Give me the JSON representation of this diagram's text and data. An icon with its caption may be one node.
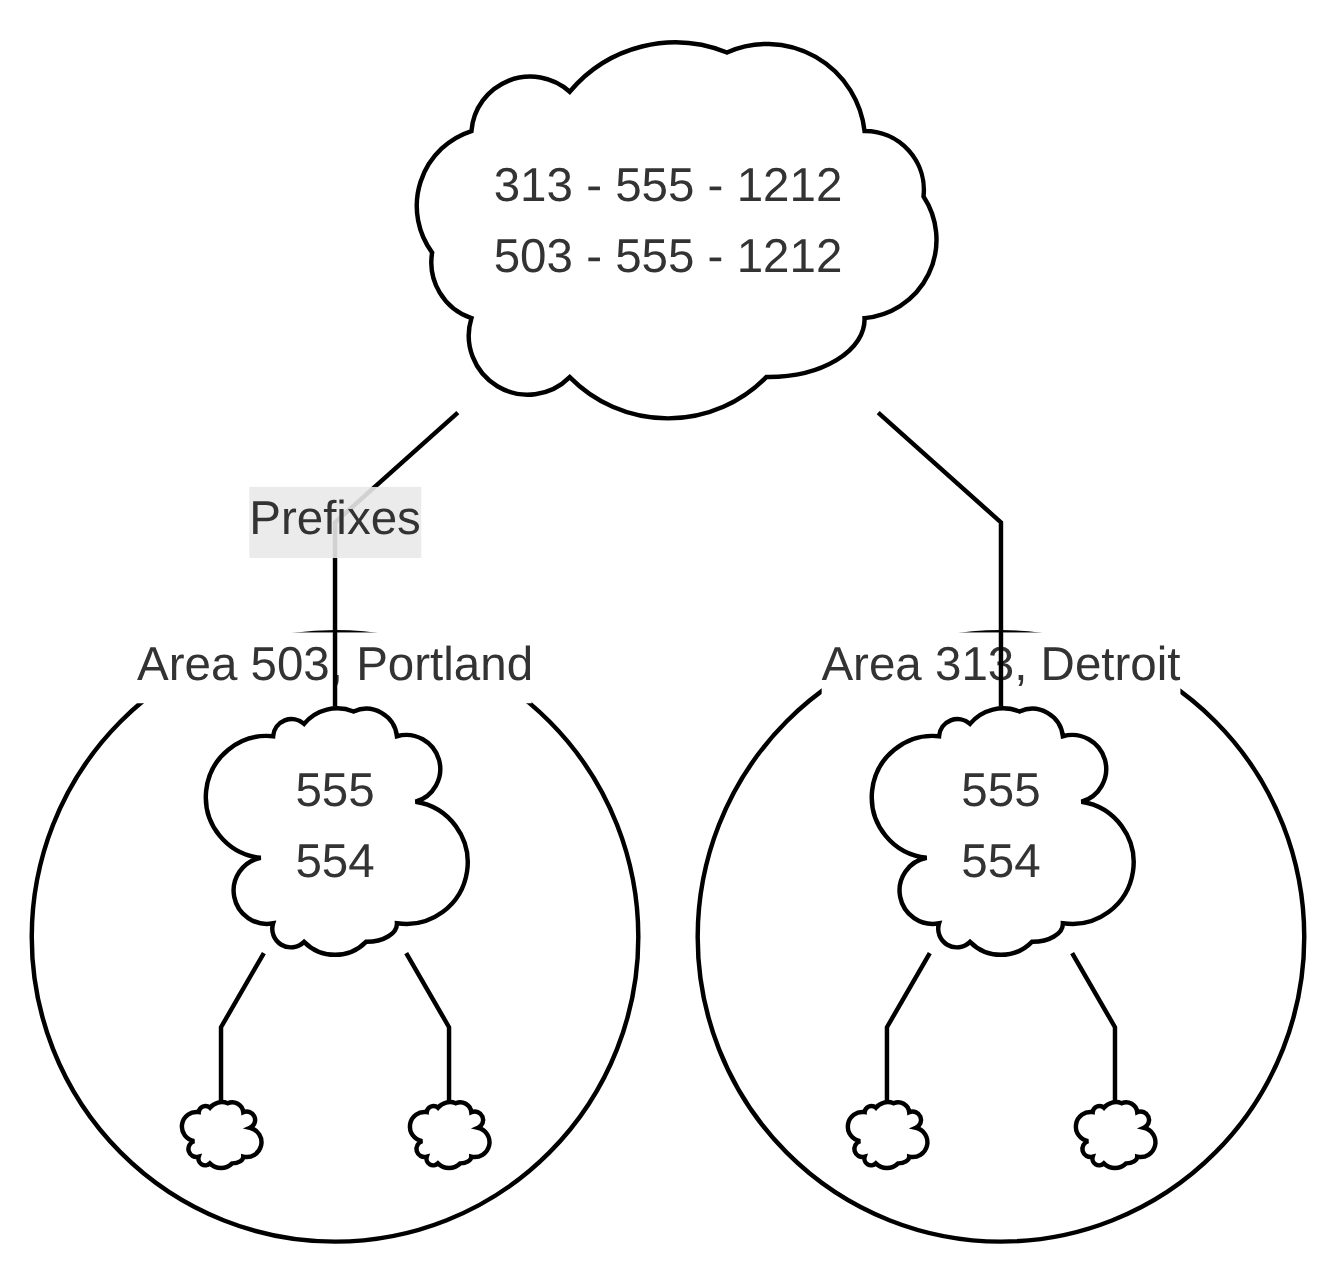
{
  "diagram": {
    "nodes": [
      {
        "text": [
          "313 - 555 - 1212",
          "503 - 555 - 1212"
        ]
      },
      {
        "text": [
          "Area 313, Detroit"
        ]
      },
      {
        "text": [
          "555",
          "554"
        ],
        "in": 1
      },
      {
        "text": [],
        "shape": "cloud",
        "in": 1
      },
      {
        "text": [],
        "shape": "cloud",
        "in": 1
      },
      {
        "text": [
          "Area 503, Portland"
        ]
      },
      {
        "text": [
          "555",
          "554"
        ],
        "in": 5
      },
      {
        "text": [],
        "shape": "cloud",
        "in": 5
      },
      {
        "text": [],
        "shape": "cloud",
        "in": 5
      }
    ],
    "edges": [
      {
        "from": 0,
        "to": 6,
        "arrow": "none",
        "label": "Prefixes"
      },
      {
        "from": 0,
        "to": 2,
        "arrow": "none"
      },
      {
        "from": 2,
        "to": 3,
        "arrow": "none"
      },
      {
        "from": 2,
        "to": 4,
        "arrow": "none"
      },
      {
        "from": 6,
        "to": 7,
        "arrow": "none"
      },
      {
        "from": 6,
        "to": 8,
        "arrow": "none"
      }
    ]
  }
}
